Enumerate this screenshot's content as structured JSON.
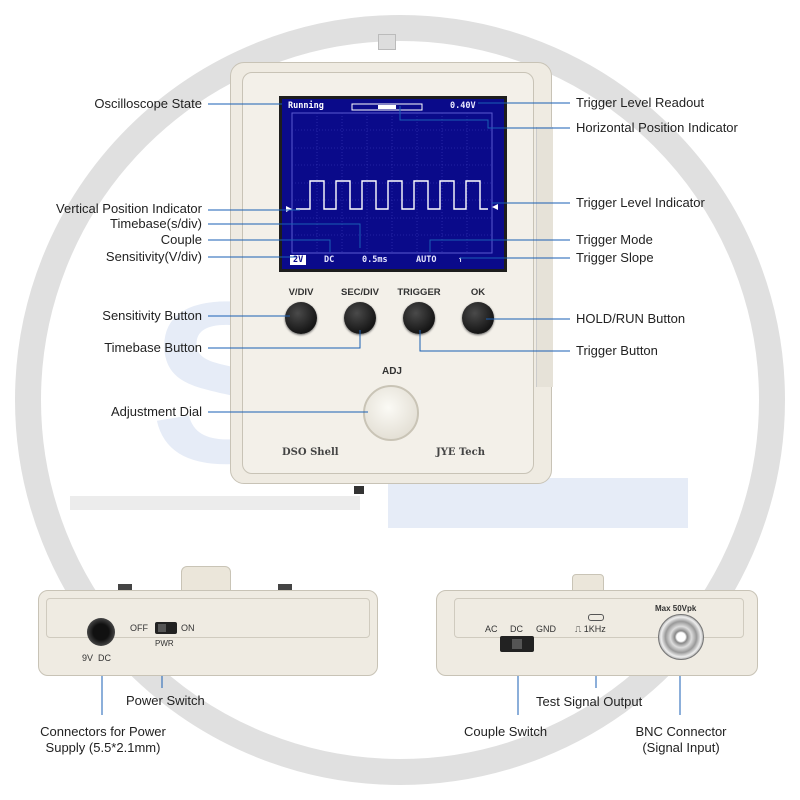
{
  "watermark": {
    "letters": "SN",
    "ring_color": "#d9d9d9"
  },
  "device": {
    "screen": {
      "state": "Running",
      "trigger_level": "0.40V",
      "sensitivity": "2V",
      "couple": "DC",
      "timebase": "0.5ms",
      "trigger_mode": "AUTO",
      "trigger_slope": "↿"
    },
    "buttons": [
      "V/DIV",
      "SEC/DIV",
      "TRIGGER",
      "OK"
    ],
    "dial_label": "ADJ",
    "brand_left": "DSO Shell",
    "brand_right": "JYE Tech"
  },
  "callouts": {
    "oscilloscope_state": "Oscilloscope State",
    "vertical_position": "Vertical Position Indicator",
    "timebase": "Timebase(s/div)",
    "couple": "Couple",
    "sensitivity": "Sensitivity(V/div)",
    "sensitivity_button": "Sensitivity Button",
    "timebase_button": "Timebase Button",
    "adjustment_dial": "Adjustment Dial",
    "trigger_level_readout": "Trigger Level Readout",
    "horizontal_position": "Horizontal Position Indicator",
    "trigger_level_indicator": "Trigger Level Indicator",
    "trigger_mode": "Trigger Mode",
    "trigger_slope": "Trigger Slope",
    "hold_run_button": "HOLD/RUN Button",
    "trigger_button": "Trigger Button"
  },
  "left_panel": {
    "power_labels": {
      "off": "OFF",
      "on": "ON",
      "pwr": "PWR"
    },
    "jack_label": "9V  DC",
    "power_switch": "Power Switch",
    "connectors": "Connectors for Power Supply (5.5*2.1mm)"
  },
  "right_panel": {
    "couple_labels": {
      "ac": "AC",
      "dc": "DC",
      "gnd": "GND"
    },
    "test_signal": "⎍ 1KHz",
    "max_label": "Max 50Vpk",
    "test_signal_output": "Test Signal Output",
    "couple_switch": "Couple Switch",
    "bnc_connector": "BNC Connector (Signal Input)"
  }
}
